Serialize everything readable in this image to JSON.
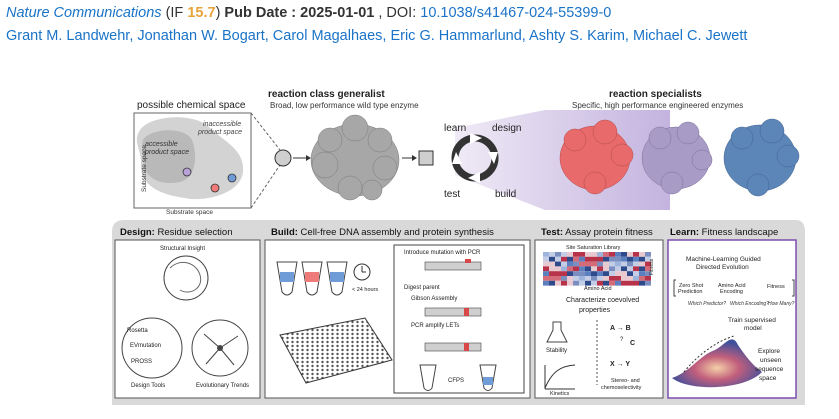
{
  "header": {
    "journal": "Nature Communications",
    "if_prefix": " (IF ",
    "impact_factor": "15.7",
    "if_suffix": ")",
    "pub_label": " Pub Date : 2025-01-01",
    "doi_label": " , DOI: ",
    "doi": "10.1038/s41467-024-55399-0",
    "authors": "Grant M. Landwehr, Jonathan W. Bogart, Carol Magalhaes, Eric G. Hammarlund, Ashty S. Karim, Michael C. Jewett"
  },
  "colors": {
    "link": "#1a73c7",
    "accent_orange": "#e8a33a",
    "learn_purple": "#7a4fb0",
    "enzyme_gray": "#a7a7a7",
    "enzyme_red": "#e86a6a",
    "enzyme_purple": "#a89cc6",
    "enzyme_blue": "#5c86b8"
  },
  "figure": {
    "chem_space": {
      "title": "possible chemical space",
      "inaccessible": [
        "inaccessible",
        "product space"
      ],
      "accessible": [
        "accessible",
        "product space"
      ],
      "y_axis": "Substrate space",
      "x_axis": "Substrate space"
    },
    "generalist": {
      "title": "reaction class generalist",
      "subtitle": "Broad, low performance wild type enzyme"
    },
    "specialists": {
      "title": "reaction specialists",
      "subtitle": "Specific, high performance engineered enzymes"
    },
    "cycle": {
      "learn": "learn",
      "design": "design",
      "test": "test",
      "build": "build"
    },
    "panels": {
      "design": {
        "title_bold": "Design:",
        "title_rest": " Residue selection",
        "structural": "Structural Insight",
        "tools": [
          "Rosetta",
          "EVmutation",
          "PROSS"
        ],
        "tools_caption": "Design Tools",
        "trends_caption": "Evolutionary Trends"
      },
      "build": {
        "title_bold": "Build:",
        "title_rest": " Cell-free DNA assembly and protein synthesis",
        "hours": "< 24 hours",
        "steps": [
          "Introduce mutation with PCR",
          "Digest parent",
          "Gibson Assembly",
          "PCR amplify LETs",
          "CFPS"
        ]
      },
      "test": {
        "title_bold": "Test:",
        "title_rest": " Assay protein fitness",
        "library": "Site Saturation Library",
        "fitness": "Fitness",
        "amino_acid": "Amino Acid",
        "characterize": [
          "Characterize coevolved",
          "properties"
        ],
        "stability": "Stability",
        "kinetics": "Kinetics",
        "stereo": [
          "Stereo- and",
          "chemoselectivity"
        ],
        "react1": "A → B",
        "react2": "C",
        "react3": "X → Y",
        "q": "?"
      },
      "learn": {
        "title_bold": "Learn:",
        "title_rest": " Fitness landscape",
        "ml": [
          "Machine-Learning Guided",
          "Directed Evolution"
        ],
        "zs": [
          "Zero Shot",
          "Prediction"
        ],
        "aa_enc": [
          "Amino Acid",
          "Encoding"
        ],
        "fit": "Fitness",
        "q1": "Which Predictor?",
        "q2": "Which Encoding?",
        "q3": "How Many?",
        "train": [
          "Train supervised",
          "model"
        ],
        "explore": [
          "Explore",
          "unseen",
          "sequence",
          "space"
        ]
      }
    }
  }
}
